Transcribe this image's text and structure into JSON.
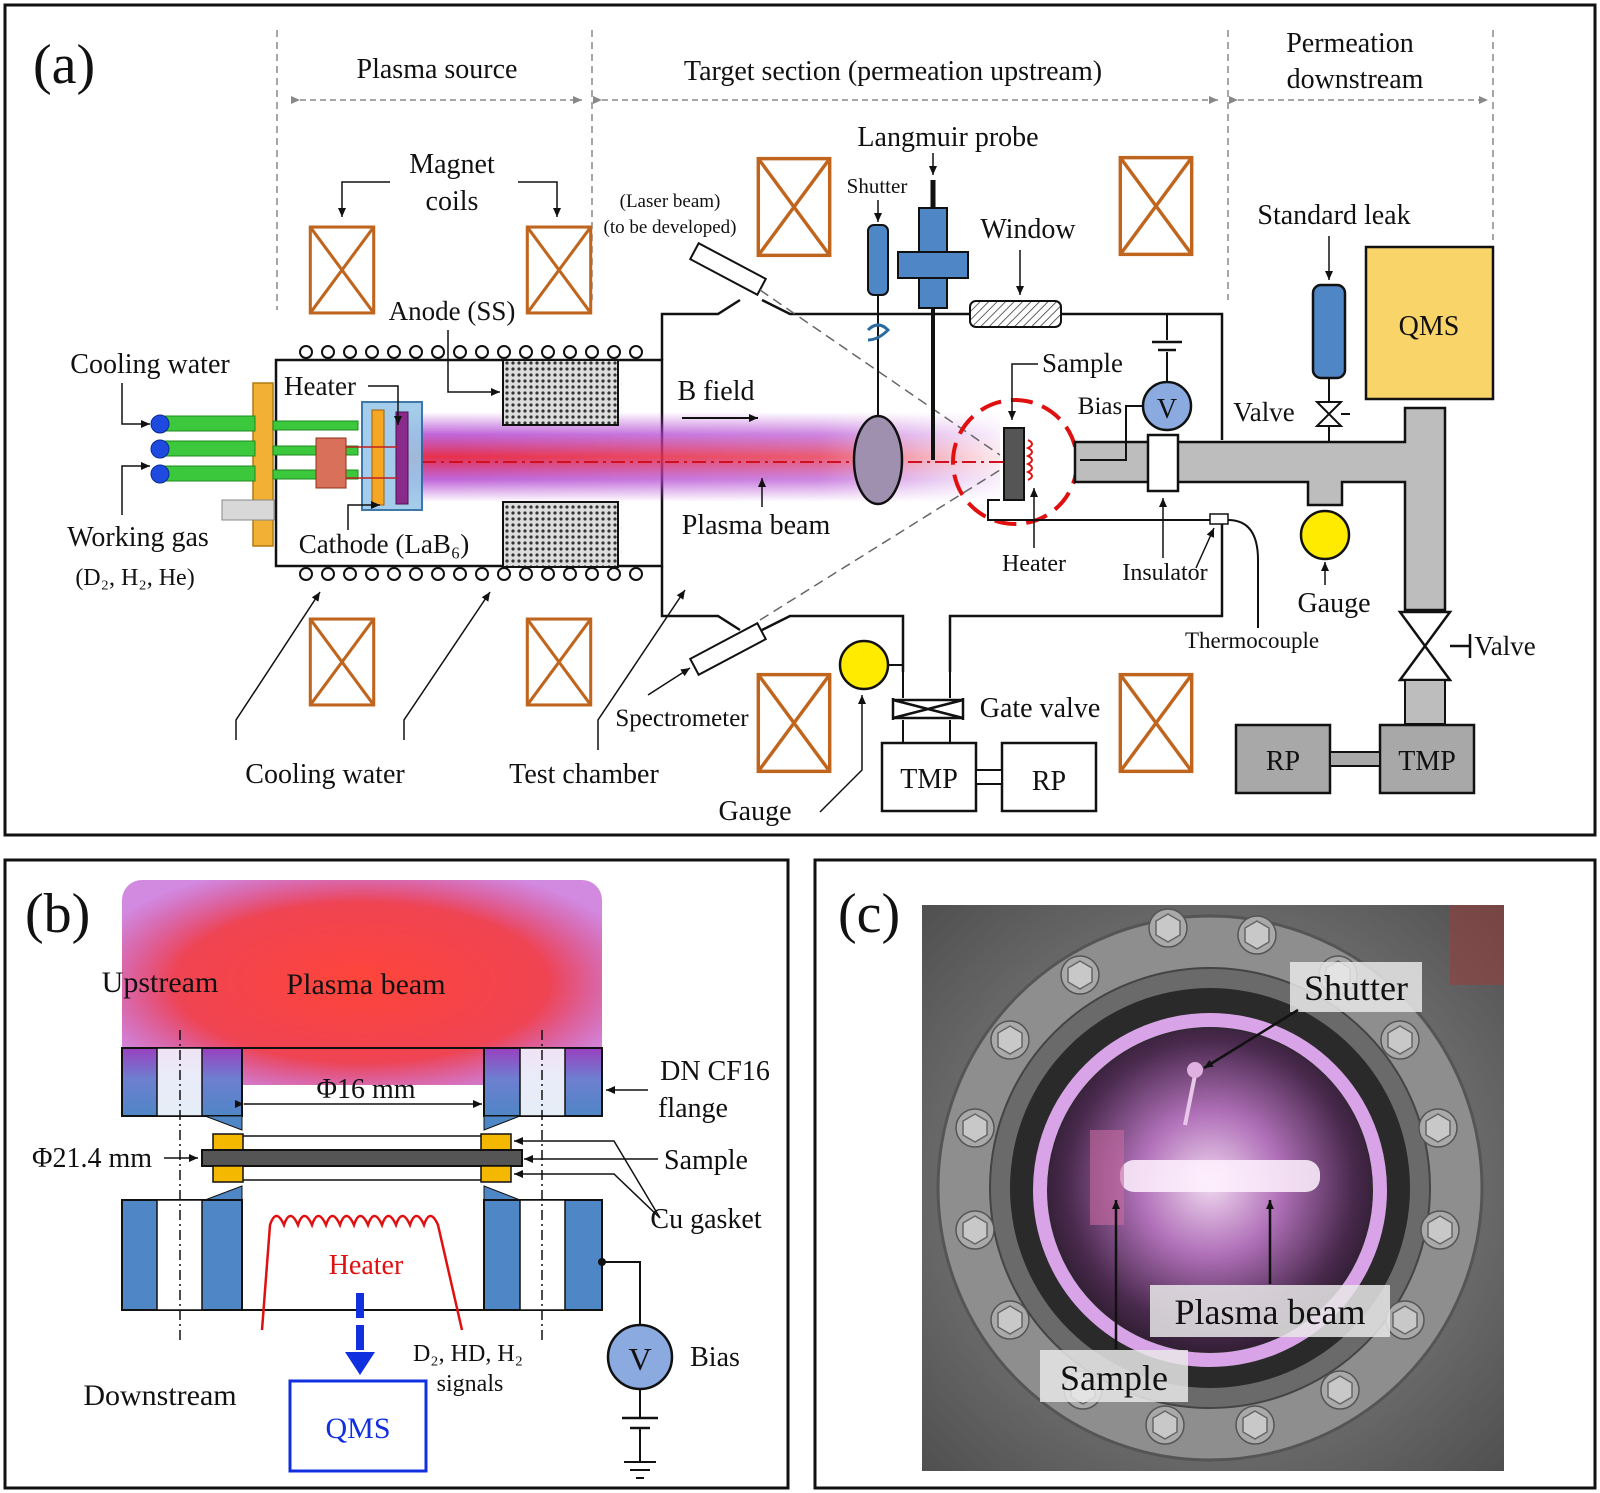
{
  "panel_a": {
    "label": "(a)",
    "sections": {
      "source": "Plasma source",
      "target": "Target section (permeation upstream)",
      "downstream_1": "Permeation",
      "downstream_2": "downstream"
    },
    "labels": {
      "magnet_coils_1": "Magnet",
      "magnet_coils_2": "coils",
      "laser_1": "(Laser beam)",
      "laser_2": "(to be developed)",
      "langmuir": "Langmuir probe",
      "shutter": "Shutter",
      "window": "Window",
      "standard_leak": "Standard leak",
      "qms": "QMS",
      "anode": "Anode (SS)",
      "cooling_water_left": "Cooling water",
      "heater_source": "Heater",
      "b_field": "B field",
      "sample": "Sample",
      "bias": "Bias",
      "v": "V",
      "valve_top": "Valve",
      "working_gas": "Working gas",
      "gases": "(D₂, H₂, He)",
      "cathode": "Cathode (LaB₆)",
      "plasma_beam": "Plasma beam",
      "heater_target": "Heater",
      "insulator": "Insulator",
      "gauge_right": "Gauge",
      "thermocouple": "Thermocouple",
      "valve_right": "Valve",
      "spectrometer": "Spectrometer",
      "gate_valve": "Gate valve",
      "cooling_water_bottom": "Cooling water",
      "test_chamber": "Test chamber",
      "gauge_bottom": "Gauge",
      "tmp_1": "TMP",
      "rp_1": "RP",
      "rp_2": "RP",
      "tmp_2": "TMP"
    }
  },
  "panel_b": {
    "label": "(b)",
    "labels": {
      "upstream": "Upstream",
      "plasma_beam": "Plasma beam",
      "phi16": "Φ16 mm",
      "flange_1": "DN CF16",
      "flange_2": "flange",
      "phi21": "Φ21.4 mm",
      "sample": "Sample",
      "cu_gasket": "Cu gasket",
      "heater": "Heater",
      "downstream": "Downstream",
      "qms": "QMS",
      "signals_1": "D₂, HD, H₂",
      "signals_2": "signals",
      "v": "V",
      "bias": "Bias"
    }
  },
  "panel_c": {
    "label": "(c)",
    "labels": {
      "shutter": "Shutter",
      "plasma_beam": "Plasma beam",
      "sample": "Sample"
    }
  },
  "colors": {
    "coil": "#c0651e",
    "plasma": "#e0303a",
    "plasma_violet": "#a030c0",
    "blue_part": "#4f86c6",
    "qms_fill": "#f9d468",
    "gauge_fill": "#ffeb00",
    "pipe_gray": "#bdbdbd",
    "box_gray": "#a8a8a8",
    "dashed_red": "#e01010",
    "heater_red": "#e01010",
    "flange_blue": "#4f86c6",
    "gasket_orange": "#f5b800",
    "qms_blue": "#1030e0"
  }
}
